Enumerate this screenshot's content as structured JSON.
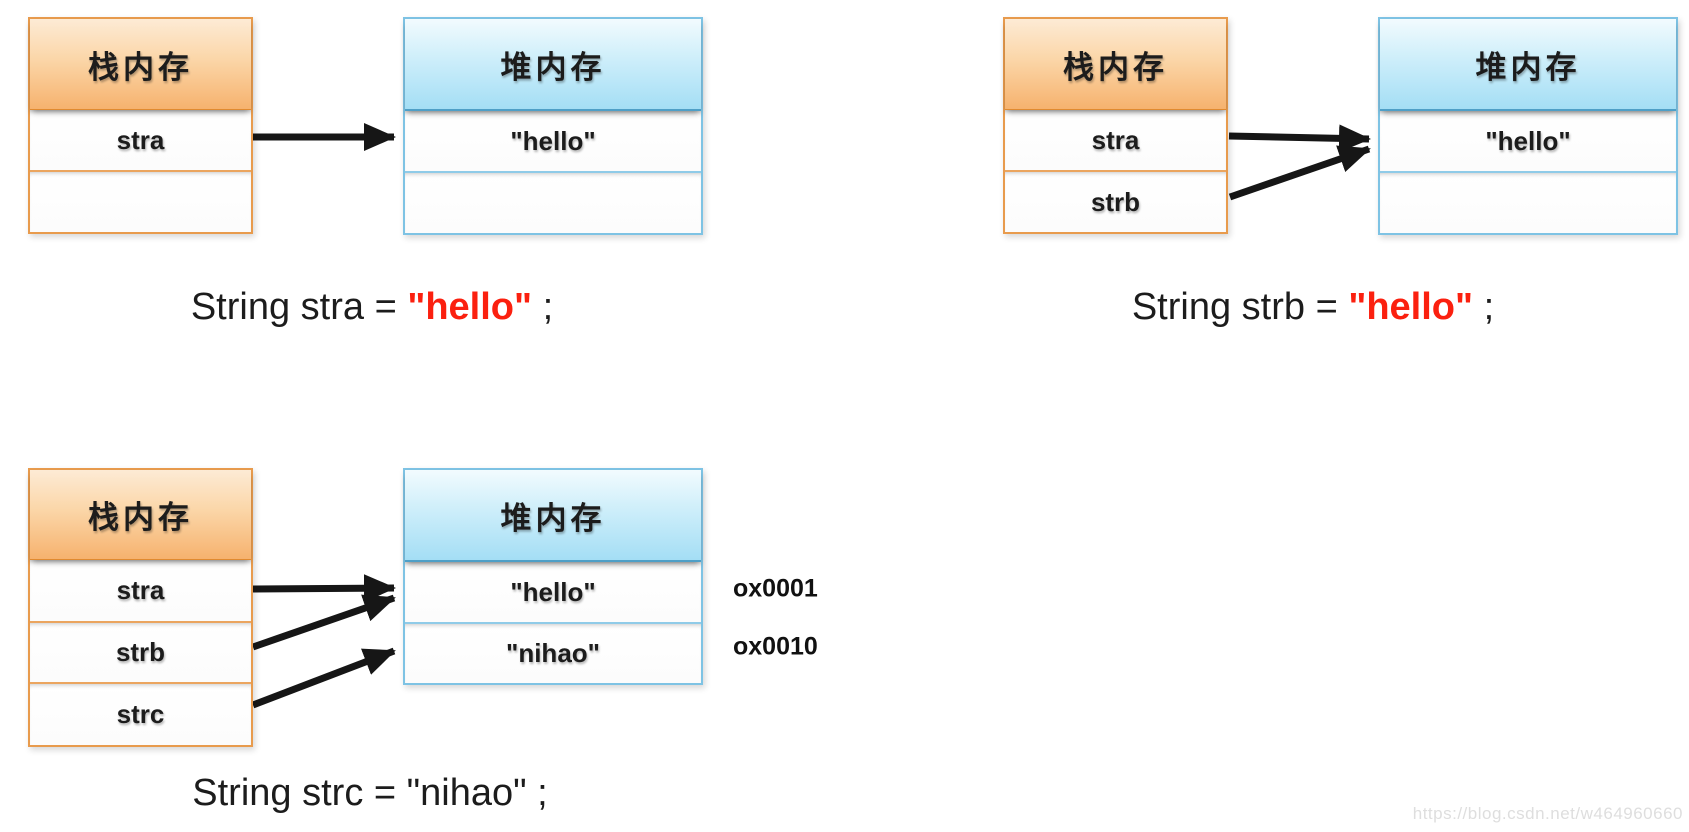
{
  "colors": {
    "stack_header_top": "#fdebd5",
    "stack_header_bottom": "#f6b26e",
    "stack_border": "#e89b4d",
    "heap_header_top": "#f2fbfe",
    "heap_header_bottom": "#a4def5",
    "heap_border": "#7ec3e4",
    "arrow": "#161616",
    "literal_red": "#fb200f",
    "text": "#1c1c1c",
    "watermark": "#dedede"
  },
  "diagram1": {
    "stack": {
      "title": "栈内存",
      "rows": [
        "stra",
        ""
      ]
    },
    "heap": {
      "title": "堆内存",
      "rows": [
        "\"hello\"",
        ""
      ]
    },
    "caption": {
      "prefix": "String stra = ",
      "literal": "\"hello\"",
      "suffix": " ;",
      "literal_class": "lit red"
    }
  },
  "diagram2": {
    "stack": {
      "title": "栈内存",
      "rows": [
        "stra",
        "strb"
      ]
    },
    "heap": {
      "title": "堆内存",
      "rows": [
        "\"hello\"",
        ""
      ]
    },
    "caption": {
      "prefix": "String strb = ",
      "literal": "\"hello\"",
      "suffix": " ;",
      "literal_class": "lit red"
    }
  },
  "diagram3": {
    "stack": {
      "title": "栈内存",
      "rows": [
        "stra",
        "strb",
        "strc"
      ]
    },
    "heap": {
      "title": "堆内存",
      "rows": [
        "\"hello\"",
        "\"nihao\""
      ]
    },
    "addresses": [
      "ox0001",
      "ox0010"
    ],
    "caption": {
      "prefix": "String strc = ",
      "literal": "\"nihao\"",
      "suffix": " ;",
      "literal_class": "lit"
    }
  },
  "watermark": {
    "text": "https://blog.csdn.net/w464960660"
  }
}
